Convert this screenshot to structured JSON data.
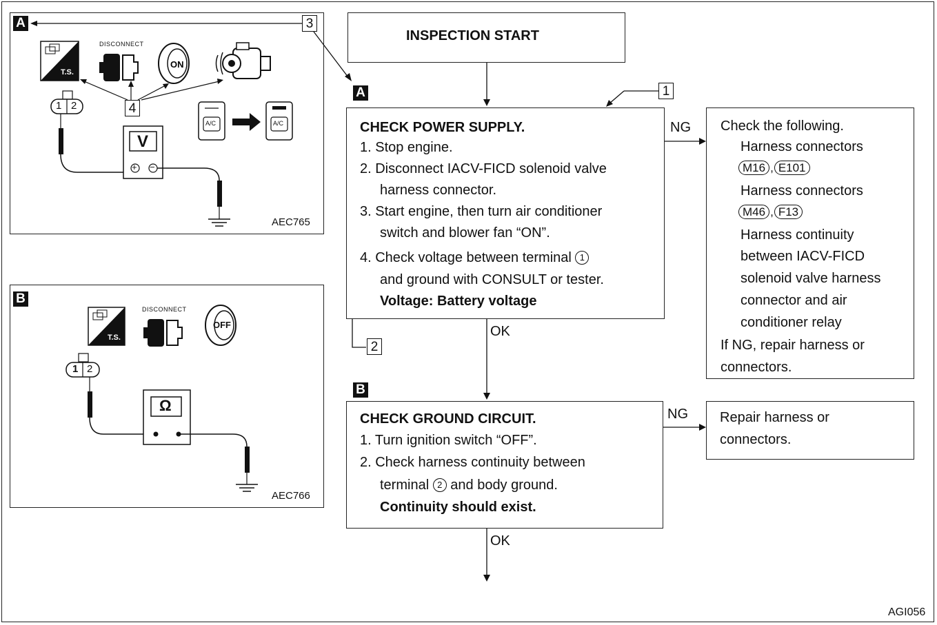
{
  "diagram_a": {
    "badge": "A",
    "callout_label": "3",
    "callout_4": "4",
    "ts_label": "T.S.",
    "disconnect_label": "DISCONNECT",
    "key_label": "ON",
    "connector_pins": [
      "1",
      "2"
    ],
    "meter_label": "V",
    "plus": "+",
    "minus": "−",
    "ac_label": "A/C",
    "figure_code": "AEC765"
  },
  "diagram_b": {
    "badge": "B",
    "ts_label": "T.S.",
    "disconnect_label": "DISCONNECT",
    "key_label": "OFF",
    "connector_pins": [
      "1",
      "2"
    ],
    "meter_label": "Ω",
    "figure_code": "AEC766"
  },
  "flow": {
    "start": "INSPECTION START",
    "marker_a": "A",
    "marker_b": "B",
    "callout_1": "1",
    "callout_2": "2",
    "check1": {
      "title": "CHECK POWER SUPPLY.",
      "steps": [
        "1. Stop engine.",
        "2. Disconnect IACV-FICD solenoid valve",
        "harness connector.",
        "3. Start engine, then turn air conditioner",
        "switch and blower fan “ON”.",
        "4. Check voltage between terminal",
        "and ground with CONSULT or tester."
      ],
      "terminal": "1",
      "spec": "Voltage: Battery voltage"
    },
    "ng1_label": "NG",
    "ok1_label": "OK",
    "ng1_box": {
      "heading": "Check the following.",
      "item1": "Harness connectors",
      "item1_refs": [
        "M16",
        "E101"
      ],
      "item2": "Harness connectors",
      "item2_refs": [
        "M46",
        "F13"
      ],
      "item3_lines": [
        "Harness continuity",
        "between IACV-FICD",
        "solenoid valve harness",
        "connector and air",
        "conditioner relay"
      ],
      "footer_lines": [
        "If NG, repair harness or",
        "connectors."
      ]
    },
    "check2": {
      "title": "CHECK GROUND CIRCUIT.",
      "step1": "1. Turn ignition switch “OFF”.",
      "step2": "2. Check harness continuity between",
      "step2b_pre": "terminal",
      "terminal": "2",
      "step2b_post": "and body ground.",
      "spec": "Continuity should exist."
    },
    "ng2_label": "NG",
    "ok2_label": "OK",
    "ng2_box": {
      "lines": [
        "Repair harness or",
        "connectors."
      ]
    }
  },
  "page_code": "AGI056"
}
